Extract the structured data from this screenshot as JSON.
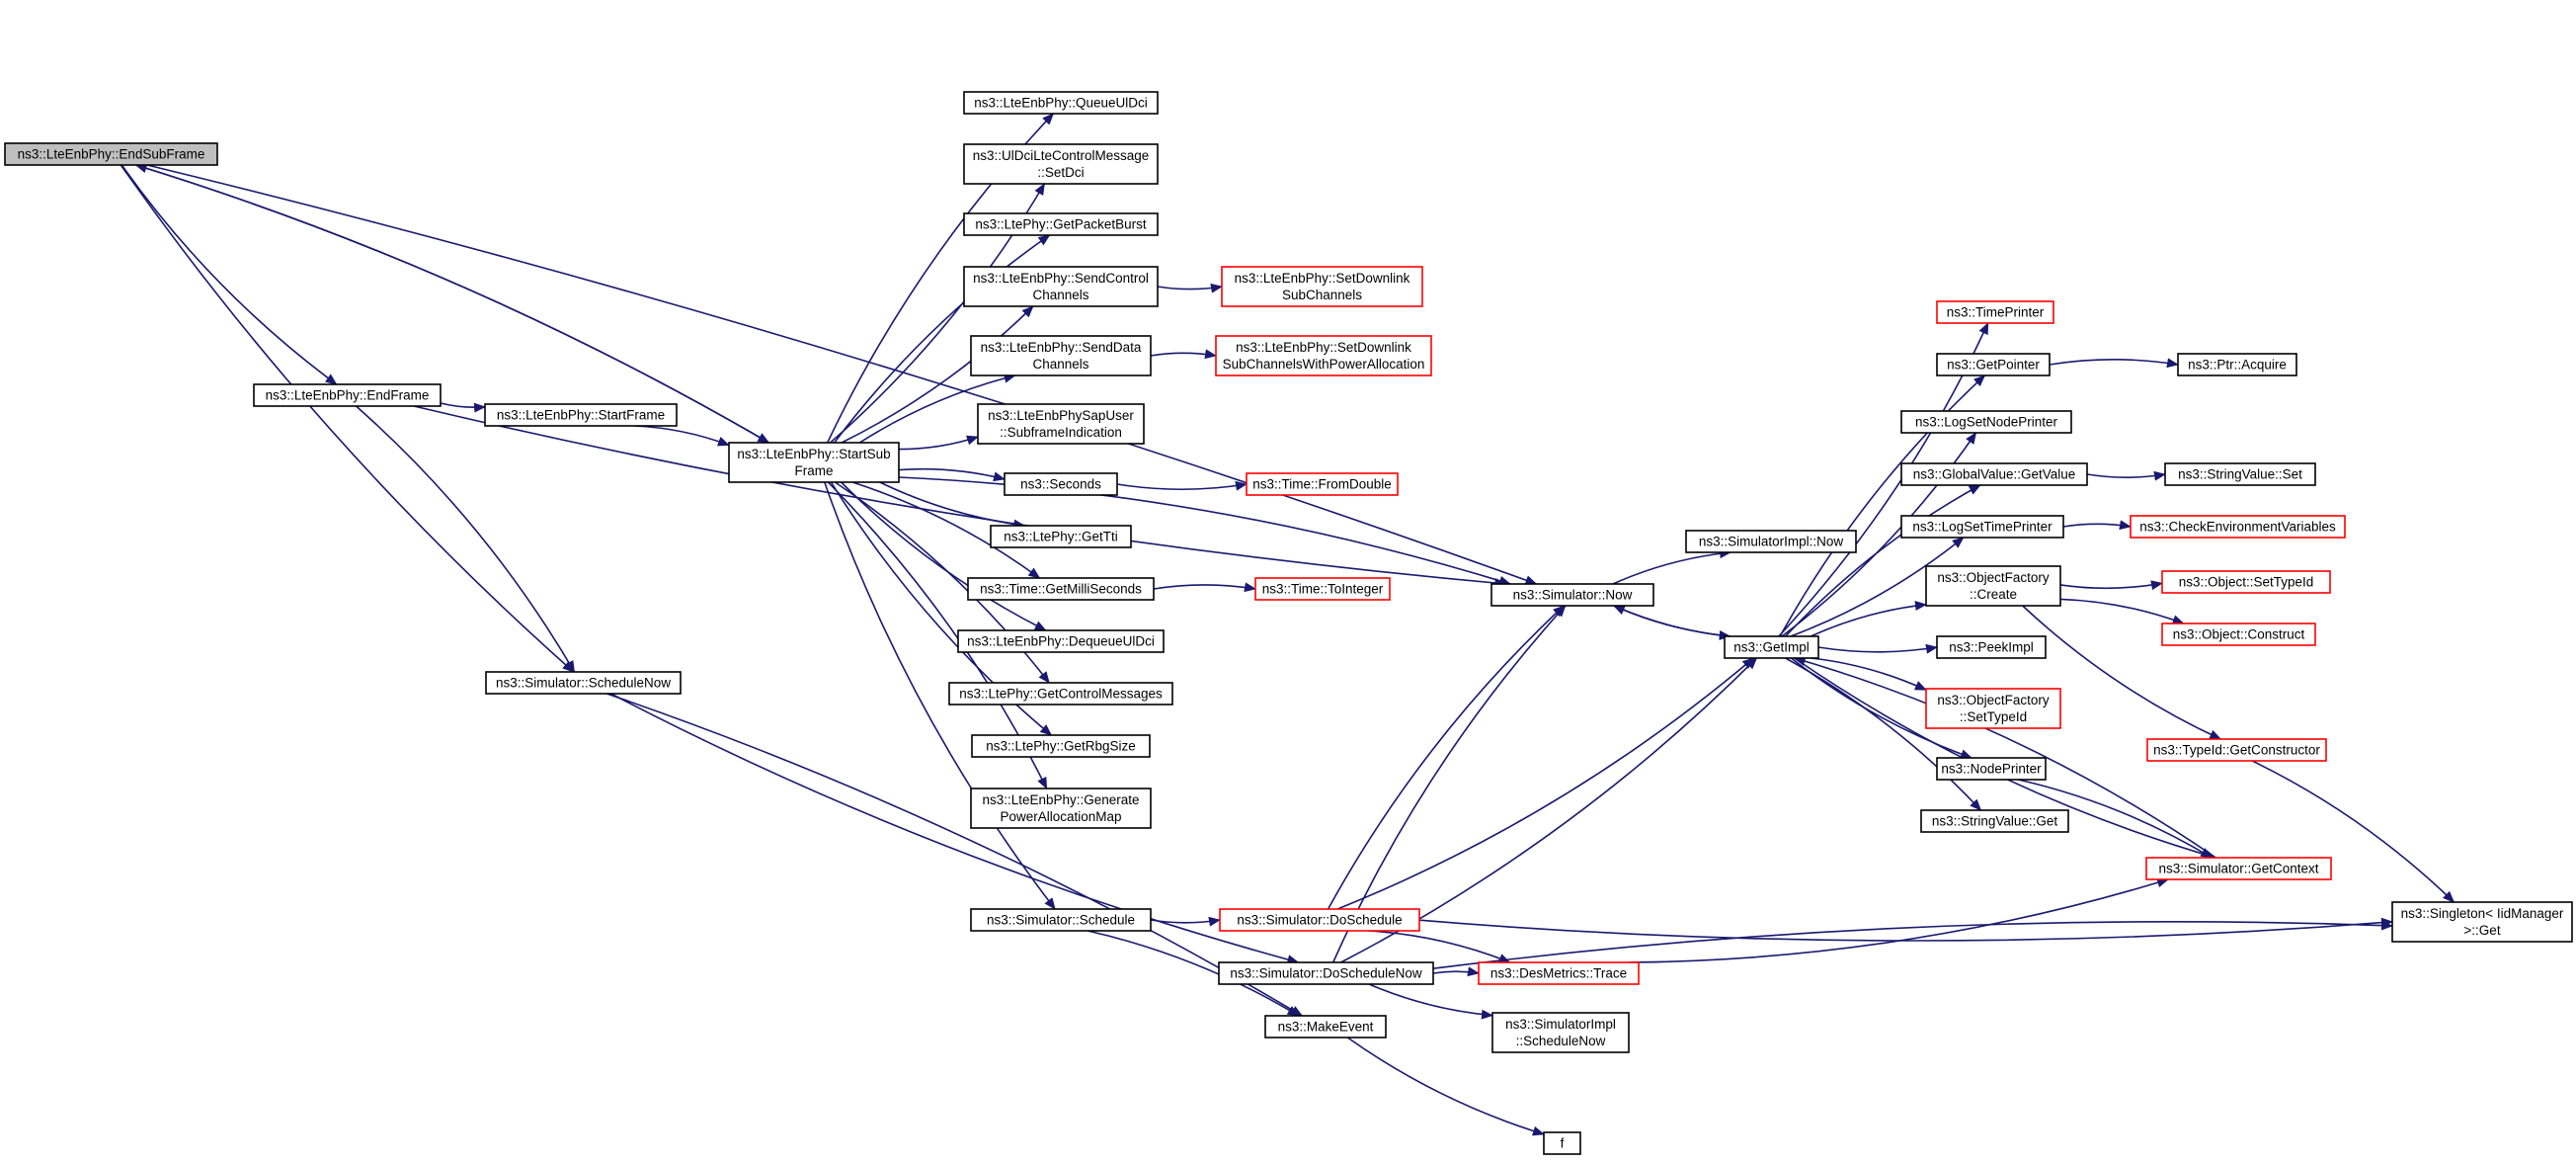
{
  "graph": {
    "edge_color": "#191970",
    "node_border_color": "#000000",
    "external_node_border_color": "#ff0000",
    "root_fill": "#bfbfbf",
    "nodes": [
      {
        "id": "endsub",
        "lines": [
          "ns3::LteEnbPhy::EndSubFrame"
        ],
        "kind": "root",
        "interactable": false
      },
      {
        "id": "endframe",
        "lines": [
          "ns3::LteEnbPhy::EndFrame"
        ],
        "kind": "normal"
      },
      {
        "id": "startframe",
        "lines": [
          "ns3::LteEnbPhy::StartFrame"
        ],
        "kind": "normal"
      },
      {
        "id": "startsub",
        "lines": [
          "ns3::LteEnbPhy::StartSub",
          "Frame"
        ],
        "kind": "normal"
      },
      {
        "id": "schednow",
        "lines": [
          "ns3::Simulator::ScheduleNow"
        ],
        "kind": "normal"
      },
      {
        "id": "queueul",
        "lines": [
          "ns3::LteEnbPhy::QueueUlDci"
        ],
        "kind": "normal"
      },
      {
        "id": "setdci",
        "lines": [
          "ns3::UlDciLteControlMessage",
          "::SetDci"
        ],
        "kind": "normal"
      },
      {
        "id": "pktburst",
        "lines": [
          "ns3::LtePhy::GetPacketBurst"
        ],
        "kind": "normal"
      },
      {
        "id": "sendctrl",
        "lines": [
          "ns3::LteEnbPhy::SendControl",
          "Channels"
        ],
        "kind": "normal"
      },
      {
        "id": "senddata",
        "lines": [
          "ns3::LteEnbPhy::SendData",
          "Channels"
        ],
        "kind": "normal"
      },
      {
        "id": "sapuser",
        "lines": [
          "ns3::LteEnbPhySapUser",
          "::SubframeIndication"
        ],
        "kind": "normal"
      },
      {
        "id": "seconds",
        "lines": [
          "ns3::Seconds"
        ],
        "kind": "normal"
      },
      {
        "id": "gettti",
        "lines": [
          "ns3::LtePhy::GetTti"
        ],
        "kind": "normal"
      },
      {
        "id": "getms",
        "lines": [
          "ns3::Time::GetMilliSeconds"
        ],
        "kind": "normal"
      },
      {
        "id": "dequeue",
        "lines": [
          "ns3::LteEnbPhy::DequeueUlDci"
        ],
        "kind": "normal"
      },
      {
        "id": "getctrl",
        "lines": [
          "ns3::LtePhy::GetControlMessages"
        ],
        "kind": "normal"
      },
      {
        "id": "getrbg",
        "lines": [
          "ns3::LtePhy::GetRbgSize"
        ],
        "kind": "normal"
      },
      {
        "id": "genpa",
        "lines": [
          "ns3::LteEnbPhy::Generate",
          "PowerAllocationMap"
        ],
        "kind": "normal"
      },
      {
        "id": "schedule",
        "lines": [
          "ns3::Simulator::Schedule"
        ],
        "kind": "normal"
      },
      {
        "id": "setdlsub",
        "lines": [
          "ns3::LteEnbPhy::SetDownlink",
          "SubChannels"
        ],
        "kind": "external"
      },
      {
        "id": "setdlpa",
        "lines": [
          "ns3::LteEnbPhy::SetDownlink",
          "SubChannelsWithPowerAllocation"
        ],
        "kind": "external"
      },
      {
        "id": "fromdouble",
        "lines": [
          "ns3::Time::FromDouble"
        ],
        "kind": "external"
      },
      {
        "id": "tointeger",
        "lines": [
          "ns3::Time::ToInteger"
        ],
        "kind": "external"
      },
      {
        "id": "simnow",
        "lines": [
          "ns3::Simulator::Now"
        ],
        "kind": "normal"
      },
      {
        "id": "doschedule",
        "lines": [
          "ns3::Simulator::DoSchedule"
        ],
        "kind": "external"
      },
      {
        "id": "doschednow",
        "lines": [
          "ns3::Simulator::DoScheduleNow"
        ],
        "kind": "normal"
      },
      {
        "id": "makeevent",
        "lines": [
          "ns3::MakeEvent"
        ],
        "kind": "normal"
      },
      {
        "id": "f",
        "lines": [
          "f"
        ],
        "kind": "normal"
      },
      {
        "id": "implnow",
        "lines": [
          "ns3::SimulatorImpl::Now"
        ],
        "kind": "normal"
      },
      {
        "id": "getimpl",
        "lines": [
          "ns3::GetImpl"
        ],
        "kind": "normal"
      },
      {
        "id": "desmetrics",
        "lines": [
          "ns3::DesMetrics::Trace"
        ],
        "kind": "external"
      },
      {
        "id": "implschednow",
        "lines": [
          "ns3::SimulatorImpl",
          "::ScheduleNow"
        ],
        "kind": "normal"
      },
      {
        "id": "timeprinter",
        "lines": [
          "ns3::TimePrinter"
        ],
        "kind": "external"
      },
      {
        "id": "getpointer",
        "lines": [
          "ns3::GetPointer"
        ],
        "kind": "normal"
      },
      {
        "id": "lognodeprinter",
        "lines": [
          "ns3::LogSetNodePrinter"
        ],
        "kind": "normal"
      },
      {
        "id": "gvgetvalue",
        "lines": [
          "ns3::GlobalValue::GetValue"
        ],
        "kind": "normal"
      },
      {
        "id": "logtimeprinter",
        "lines": [
          "ns3::LogSetTimePrinter"
        ],
        "kind": "normal"
      },
      {
        "id": "ofcreate",
        "lines": [
          "ns3::ObjectFactory",
          "::Create"
        ],
        "kind": "normal"
      },
      {
        "id": "peekimpl",
        "lines": [
          "ns3::PeekImpl"
        ],
        "kind": "normal"
      },
      {
        "id": "ofsettypeid",
        "lines": [
          "ns3::ObjectFactory",
          "::SetTypeId"
        ],
        "kind": "external"
      },
      {
        "id": "nodeprinter",
        "lines": [
          "ns3::NodePrinter"
        ],
        "kind": "normal"
      },
      {
        "id": "svget",
        "lines": [
          "ns3::StringValue::Get"
        ],
        "kind": "normal"
      },
      {
        "id": "ptracquire",
        "lines": [
          "ns3::Ptr::Acquire"
        ],
        "kind": "normal"
      },
      {
        "id": "svset",
        "lines": [
          "ns3::StringValue::Set"
        ],
        "kind": "normal"
      },
      {
        "id": "checkenv",
        "lines": [
          "ns3::CheckEnvironmentVariables"
        ],
        "kind": "external"
      },
      {
        "id": "objsettypeid",
        "lines": [
          "ns3::Object::SetTypeId"
        ],
        "kind": "external"
      },
      {
        "id": "objconstruct",
        "lines": [
          "ns3::Object::Construct"
        ],
        "kind": "external"
      },
      {
        "id": "getconstructor",
        "lines": [
          "ns3::TypeId::GetConstructor"
        ],
        "kind": "external"
      },
      {
        "id": "getcontext",
        "lines": [
          "ns3::Simulator::GetContext"
        ],
        "kind": "external"
      },
      {
        "id": "singleton",
        "lines": [
          "ns3::Singleton< IidManager",
          ">::Get"
        ],
        "kind": "normal"
      }
    ],
    "edges": [
      {
        "from": "endsub",
        "to": "endframe"
      },
      {
        "from": "endsub",
        "to": "startsub"
      },
      {
        "from": "endsub",
        "to": "schednow"
      },
      {
        "from": "endsub",
        "to": "simnow"
      },
      {
        "from": "endframe",
        "to": "startframe"
      },
      {
        "from": "endframe",
        "to": "schednow"
      },
      {
        "from": "endframe",
        "to": "simnow"
      },
      {
        "from": "startframe",
        "to": "startsub"
      },
      {
        "from": "startsub",
        "to": "endsub"
      },
      {
        "from": "startsub",
        "to": "queueul"
      },
      {
        "from": "startsub",
        "to": "setdci"
      },
      {
        "from": "startsub",
        "to": "pktburst"
      },
      {
        "from": "startsub",
        "to": "sendctrl"
      },
      {
        "from": "startsub",
        "to": "senddata"
      },
      {
        "from": "startsub",
        "to": "sapuser"
      },
      {
        "from": "startsub",
        "to": "seconds"
      },
      {
        "from": "startsub",
        "to": "gettti"
      },
      {
        "from": "startsub",
        "to": "getms"
      },
      {
        "from": "startsub",
        "to": "dequeue"
      },
      {
        "from": "startsub",
        "to": "getctrl"
      },
      {
        "from": "startsub",
        "to": "getrbg"
      },
      {
        "from": "startsub",
        "to": "genpa"
      },
      {
        "from": "startsub",
        "to": "schedule"
      },
      {
        "from": "startsub",
        "to": "simnow"
      },
      {
        "from": "sendctrl",
        "to": "setdlsub"
      },
      {
        "from": "senddata",
        "to": "setdlpa"
      },
      {
        "from": "seconds",
        "to": "fromdouble"
      },
      {
        "from": "getms",
        "to": "tointeger"
      },
      {
        "from": "schednow",
        "to": "doschednow"
      },
      {
        "from": "schednow",
        "to": "makeevent"
      },
      {
        "from": "schedule",
        "to": "doschedule"
      },
      {
        "from": "schedule",
        "to": "makeevent"
      },
      {
        "from": "makeevent",
        "to": "f"
      },
      {
        "from": "simnow",
        "to": "implnow"
      },
      {
        "from": "simnow",
        "to": "getimpl"
      },
      {
        "from": "doschedule",
        "to": "simnow"
      },
      {
        "from": "doschedule",
        "to": "getimpl"
      },
      {
        "from": "doschedule",
        "to": "desmetrics"
      },
      {
        "from": "doschedule",
        "to": "singleton"
      },
      {
        "from": "doschednow",
        "to": "simnow"
      },
      {
        "from": "doschednow",
        "to": "getimpl"
      },
      {
        "from": "doschednow",
        "to": "desmetrics"
      },
      {
        "from": "doschednow",
        "to": "implschednow"
      },
      {
        "from": "doschednow",
        "to": "singleton"
      },
      {
        "from": "desmetrics",
        "to": "getcontext"
      },
      {
        "from": "getimpl",
        "to": "simnow"
      },
      {
        "from": "getimpl",
        "to": "timeprinter"
      },
      {
        "from": "getimpl",
        "to": "getpointer"
      },
      {
        "from": "getimpl",
        "to": "lognodeprinter"
      },
      {
        "from": "getimpl",
        "to": "gvgetvalue"
      },
      {
        "from": "getimpl",
        "to": "logtimeprinter"
      },
      {
        "from": "getimpl",
        "to": "ofcreate"
      },
      {
        "from": "getimpl",
        "to": "peekimpl"
      },
      {
        "from": "getimpl",
        "to": "ofsettypeid"
      },
      {
        "from": "getimpl",
        "to": "nodeprinter"
      },
      {
        "from": "getimpl",
        "to": "svget"
      },
      {
        "from": "getimpl",
        "to": "getcontext"
      },
      {
        "from": "getpointer",
        "to": "ptracquire"
      },
      {
        "from": "gvgetvalue",
        "to": "svset"
      },
      {
        "from": "logtimeprinter",
        "to": "checkenv"
      },
      {
        "from": "ofcreate",
        "to": "objsettypeid"
      },
      {
        "from": "ofcreate",
        "to": "objconstruct"
      },
      {
        "from": "ofcreate",
        "to": "getconstructor"
      },
      {
        "from": "nodeprinter",
        "to": "getcontext"
      },
      {
        "from": "getcontext",
        "to": "getimpl"
      },
      {
        "from": "getconstructor",
        "to": "singleton"
      }
    ]
  }
}
